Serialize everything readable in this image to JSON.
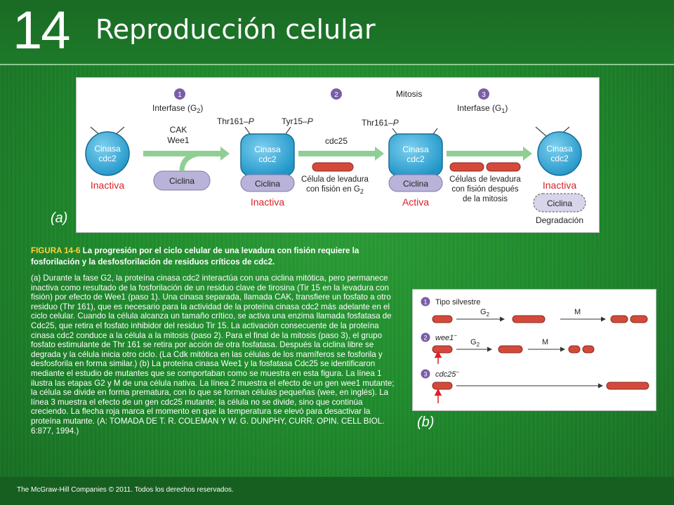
{
  "header": {
    "chapter_number": "14",
    "chapter_title": "Reproducción celular"
  },
  "panel_a": {
    "label": "(a)",
    "steps": [
      "1",
      "2",
      "3"
    ],
    "phase1": "Interfase (G",
    "phase1_sub": "2",
    "phase1_end": ")",
    "phase2": "Mitosis",
    "phase3": "Interfase (G",
    "phase3_sub": "1",
    "phase3_end": ")",
    "kinase_line1": "Cinasa",
    "kinase_line2": "cdc2",
    "cyclin": "Ciclina",
    "enzyme1": "CAK",
    "enzyme2": "Wee1",
    "enzyme3": "cdc25",
    "thr161": "Thr161",
    "tyr15": "Tyr15",
    "phospho": "P",
    "state_inactive": "Inactiva",
    "state_active": "Activa",
    "cell1_line1": "Célula de levadura",
    "cell1_line2": "con fisión en G",
    "cell1_sub": "2",
    "cell2_line1": "Células de levadura",
    "cell2_line2": "con fisión después",
    "cell2_line3": "de la mitosis",
    "degradation": "Degradación",
    "colors": {
      "inactive_red": "#d8232a",
      "kinase_blue": "#1fa6d8",
      "cyclin_purple": "#b9b3d9",
      "arrow_green": "#8fcf94",
      "step_circle": "#7a5ea8"
    }
  },
  "caption": {
    "fig_label": "FIGURA 14-6",
    "fig_title": "La progresión por el ciclo celular de una levadura con fisión requiere la fosforilación y la desfosforilación de residuos críticos de cdc2.",
    "body": "(a) Durante la fase G2, la proteína cinasa cdc2 interactúa con una ciclina mitótica, pero permanece inactiva como resultado de la fosforilación de un residuo clave de tirosina (Tir 15 en la levadura con fisión) por efecto de Wee1 (paso 1). Una cinasa separada, llamada CAK, transfiere un fosfato a otro residuo (Thr 161), que es necesario para la actividad de la proteína cinasa cdc2 más adelante en el ciclo celular. Cuando la célula alcanza un tamaño crítico, se activa una enzima llamada fosfatasa de Cdc25, que retira el fosfato inhibidor del residuo Tir 15. La activación consecuente de la proteína cinasa cdc2 conduce a la célula a la mitosis (paso 2). Para el final de la mitosis (paso 3), el grupo fosfato estimulante de Thr 161 se retira por acción de otra fosfatasa. Después la ciclina libre se degrada y la célula inicia otro ciclo. (La Cdk mitótica en las células de los mamíferos se fosforila y desfosforila en forma similar.) (b) La proteína cinasa Wee1 y la fosfatasa Cdc25 se identificaron mediante el estudio de mutantes que se comportaban como se muestra en esta figura. La línea 1 ilustra las etapas G2 y M de una célula nativa. La línea 2 muestra el efecto de un gen wee1 mutante; la célula se divide en forma prematura, con lo que se forman células pequeñas (wee, en inglés). La línea 3 muestra el efecto de un gen cdc25 mutante; la célula no se divide, sino que continúa creciendo. La flecha roja marca el momento en que la temperatura se elevó para desactivar la proteína mutante. (A: TOMADA DE T. R. COLEMAN Y W. G. DUNPHY, CURR. OPIN. CELL BIOL. 6:877, 1994.)"
  },
  "panel_b": {
    "label": "(b)",
    "rows": [
      {
        "num": "1",
        "name": "Tipo silvestre",
        "g2": "G",
        "g2_sub": "2",
        "m": "M"
      },
      {
        "num": "2",
        "name": "wee1",
        "name_sup": "−",
        "g2": "G",
        "g2_sub": "2",
        "m": "M"
      },
      {
        "num": "3",
        "name": "cdc25",
        "name_sup": "−"
      }
    ]
  },
  "footer": {
    "text": "The McGraw-Hill Companies © 2011. Todos los derechos reservados."
  }
}
